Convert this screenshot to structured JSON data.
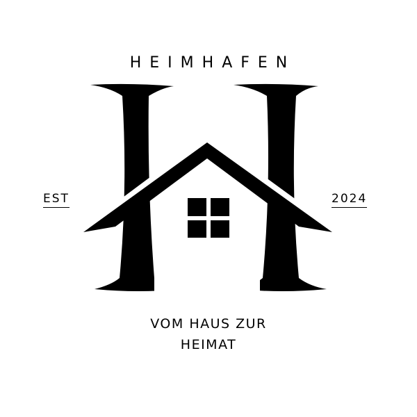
{
  "brand": {
    "name": "HEIMHAFEN",
    "est_label": "EST",
    "year": "2024",
    "tagline_line1": "VOM HAUS ZUR",
    "tagline_line2": "HEIMAT"
  },
  "logo": {
    "emblem_icon": "letter-h-with-house-roof-icon",
    "color": "#000000",
    "background": "#ffffff"
  }
}
